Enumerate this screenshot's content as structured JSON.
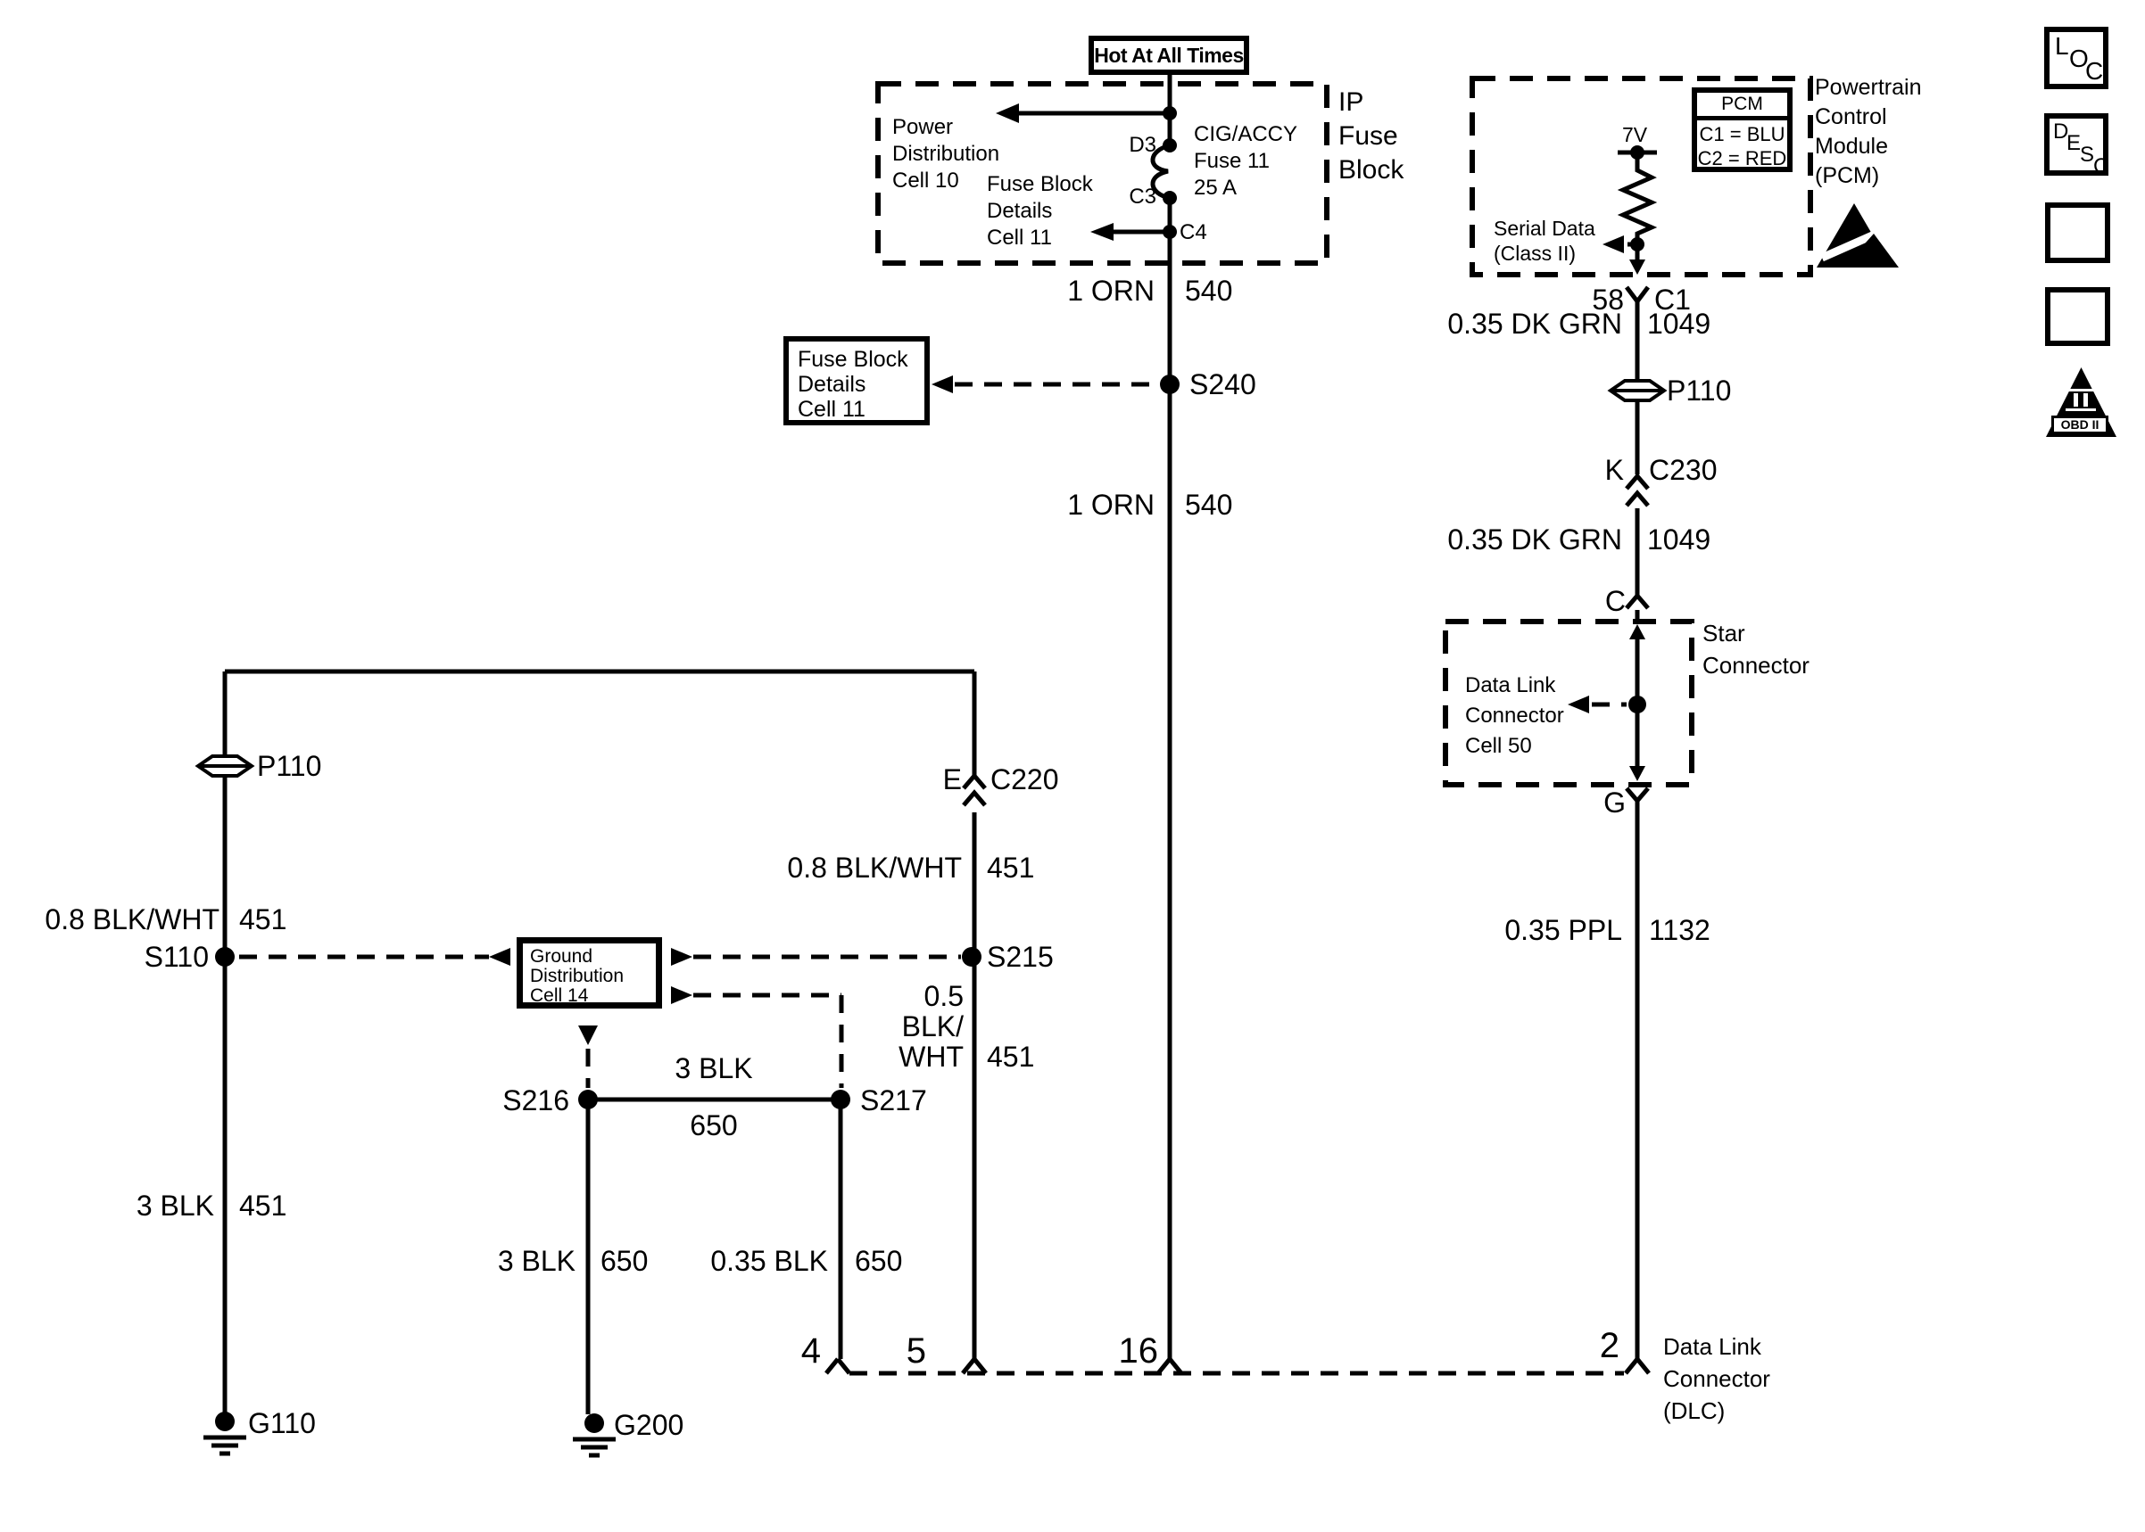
{
  "fuse_block": {
    "banner": "Hot At All Times",
    "name": "IP\nFuse\nBlock",
    "power_dist_ref": "Power\nDistribution\nCell 10",
    "fuse_details_ref": "Fuse Block\nDetails\nCell 11",
    "fuse_name": "CIG/ACCY\nFuse 11\n25 A",
    "pin_top": "D3",
    "pin_mid": "C3",
    "pin_bottom": "C4"
  },
  "pcm": {
    "name": "Powertrain\nControl\nModule\n(PCM)",
    "box_title": "PCM",
    "c1_color": "C1 = BLU",
    "c2_color": "C2 = RED",
    "voltage": "7V",
    "serial_data": "Serial Data\n(Class II)",
    "pin": "58",
    "connector": "C1"
  },
  "refs": {
    "fuse_block_details": "Fuse Block\nDetails\nCell 11",
    "ground_distribution": "Ground\nDistribution\nCell 14",
    "data_link_cell": "Data Link\nConnector\nCell 50"
  },
  "star_connector": {
    "name": "Star\nConnector",
    "pin_in": "C",
    "pin_out": "G"
  },
  "dlc": {
    "name": "Data Link\nConnector\n(DLC)",
    "pin4": "4",
    "pin5": "5",
    "pin16": "16",
    "pin2": "2"
  },
  "connectors": {
    "c220_pin": "E",
    "c220": "C220",
    "c230_pin": "K",
    "c230": "C230",
    "p110_left": "P110",
    "p110_right": "P110"
  },
  "splices": {
    "s240": "S240",
    "s110": "S110",
    "s215": "S215",
    "s216": "S216",
    "s217": "S217"
  },
  "grounds": {
    "g110": "G110",
    "g200": "G200"
  },
  "wires": {
    "orn_upper": {
      "gauge": "1 ORN",
      "circuit": "540"
    },
    "orn_lower": {
      "gauge": "1 ORN",
      "circuit": "540"
    },
    "dkgrn_upper": {
      "gauge": "0.35 DK GRN",
      "circuit": "1049"
    },
    "dkgrn_lower": {
      "gauge": "0.35 DK GRN",
      "circuit": "1049"
    },
    "ppl": {
      "gauge": "0.35 PPL",
      "circuit": "1132"
    },
    "blkwht_left": {
      "gauge": "0.8 BLK/WHT",
      "circuit": "451"
    },
    "blkwht_right": {
      "gauge": "0.8 BLK/WHT",
      "circuit": "451"
    },
    "blkwht_small": {
      "gauge": "0.5\nBLK/\nWHT",
      "circuit": "451"
    },
    "blk_left": {
      "gauge": "3 BLK",
      "circuit": "451"
    },
    "blk_bridge": {
      "gauge": "3 BLK",
      "circuit": "650"
    },
    "blk_s216": {
      "gauge": "3 BLK",
      "circuit": "650"
    },
    "blk_s217": {
      "gauge": "0.35 BLK",
      "circuit": "650"
    }
  },
  "margin_icons": {
    "loc_letters": [
      "L",
      "O",
      "C"
    ],
    "desc_letters": [
      "D",
      "E",
      "S",
      "C"
    ],
    "obd_numeral": "II",
    "obd_label": "OBD II"
  }
}
